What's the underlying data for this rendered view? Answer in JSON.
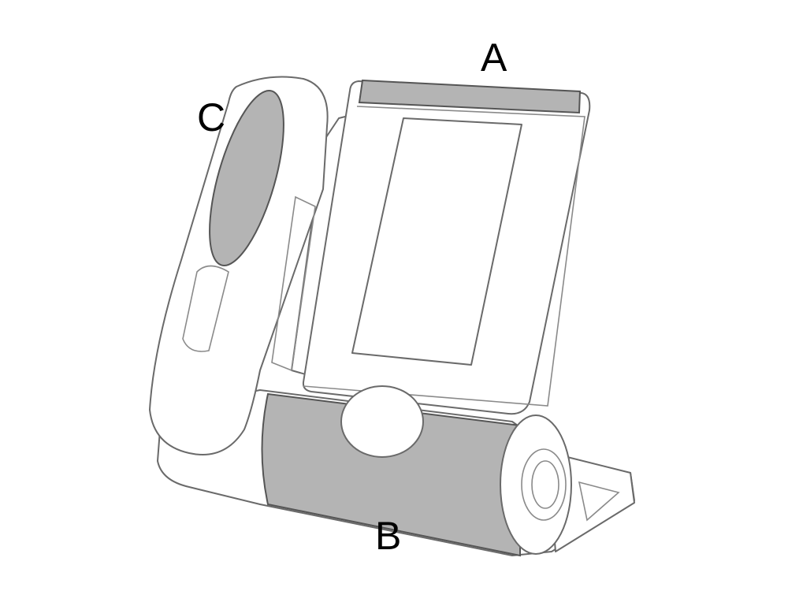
{
  "labels": {
    "a": "A",
    "b": "B",
    "c": "C"
  },
  "colors": {
    "highlight": "#b4b4b4",
    "outline": "#6a6a6a",
    "background": "#ffffff"
  }
}
